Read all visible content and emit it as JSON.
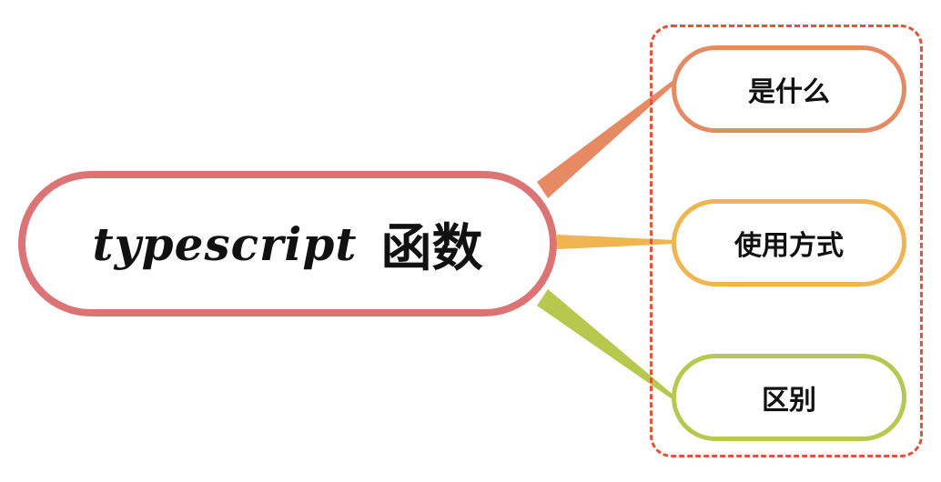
{
  "root": {
    "title_latin": "typescript",
    "title_cjk": "函数",
    "color": "#dc7375"
  },
  "group": {
    "border_color": "#e0553a"
  },
  "children": [
    {
      "label": "是什么",
      "color": "#e68a64"
    },
    {
      "label": "使用方式",
      "color": "#f0b450"
    },
    {
      "label": "区别",
      "color": "#b8c84e"
    }
  ]
}
